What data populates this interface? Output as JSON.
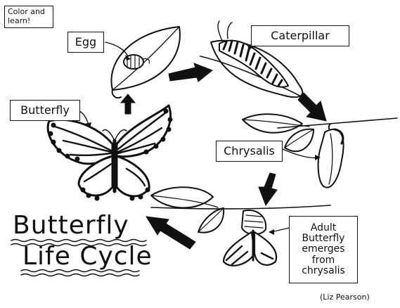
{
  "note": "Color and learn!",
  "labels": {
    "egg": "Egg",
    "caterpillar": "Caterpillar",
    "butterfly": "Butterfly",
    "chrysalis": "Chrysalis",
    "adult": [
      "Adult",
      "Butterfly",
      "emerges",
      "from",
      "chrysalis"
    ]
  },
  "title": [
    "Butterfly",
    "Life Cycle"
  ],
  "credit": "(Liz Pearson)"
}
